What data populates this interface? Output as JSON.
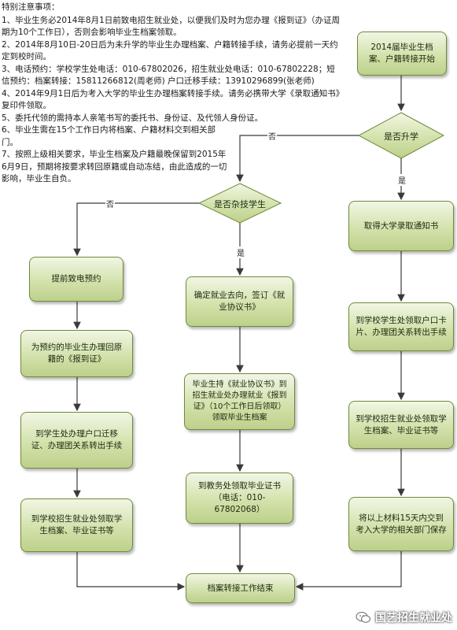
{
  "notes": {
    "title": "特别注意事项：",
    "items": [
      "1、毕业生务必2014年8月1日前致电招生就业处，以便我们及时为您办理《报到证》（办证周期为10个工作日），否则会影响毕业生档案领取。",
      "2、2014年8月10日-20日后为未升学的毕业生办理档案、户籍转接手续，请务必提前一天约定到校时间。",
      "3、电话预约：学校学生处电话：010-67802026，招生就业处电话：010-67802228；短信预约：档案转接：15811266812(周老师) 户口迁移手续：13910296899(张老师)",
      "4、2014年9月1日后为考入大学的毕业生办理档案转接手续。请务必携带大学《录取通知书》复印件领取。",
      "5、委托代领的需持本人亲笔书写的委托书、身份证、及代领人身份证。",
      "6、毕业生需在15个工作日内将档案、户籍材料交到相关部门。",
      "7、按照上级相关要求，毕业生档案及户籍最晚保留到2015年6月9日，预期将按要求转回原籍或自动冻结，由此造成的一切影响，毕业生自负。"
    ]
  },
  "flow": {
    "start": "2014届毕业生档案、户籍转接开始",
    "decision_further": "是否升学",
    "decision_type": "是否杂技学生",
    "yes": "是",
    "no": "否",
    "left_col": [
      "提前致电预约",
      "为预约的毕业生办理回原籍的《报到证》",
      "到学生处办理户口迁移证、办理团关系转出手续",
      "到学校招生就业处领取学生档案、毕业证书等"
    ],
    "mid_col": [
      "确定就业去向，签订《就业协议书》",
      "毕业生持《就业协议书》到招生就业处办理就业《报到证》（10个工作日后领取）领取毕业生档案",
      "到教务处领取毕业证书（电话：010-67802068）"
    ],
    "right_col": [
      "取得大学录取通知书",
      "到学校学生处领取户口卡片、办理团关系转出手续",
      "到学校招生就业处领取学生档案、毕业证书等",
      "将以上材料15天内交到考入大学的相关部门保存"
    ],
    "end": "档案转接工作结束"
  },
  "watermark": "国艺招生就业处",
  "colors": {
    "box_border": "#6f8a3a",
    "box_fill": "#d3e2ac",
    "arrow": "#3a3a3a"
  }
}
